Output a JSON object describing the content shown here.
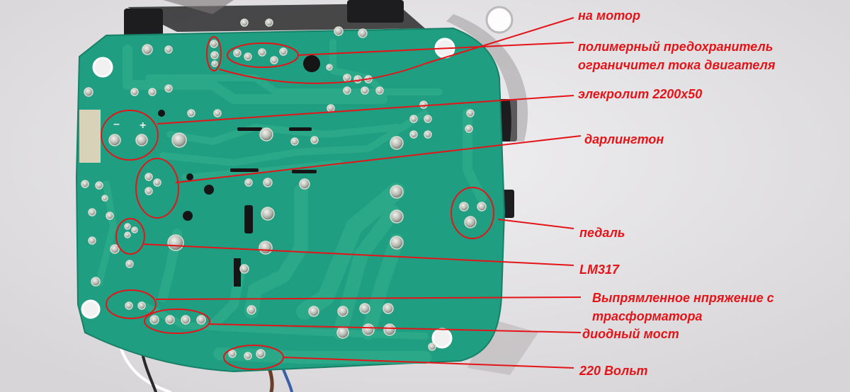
{
  "annotations": {
    "motor": "на мотор",
    "fuse_line1": "полимерный предохранитель",
    "fuse_line2": "ограничител тока двигателя",
    "capacitor": "элекролит 2200х50",
    "darlington": "дарлингтон",
    "pedal": "педаль",
    "lm317": "LM317",
    "rectified_line1": "Выпрямленное нпряжение с",
    "rectified_line2": "трасформатора",
    "diode_bridge": "диодный мост",
    "mains": "220 Вольт"
  },
  "colors": {
    "annotation": "#e41418",
    "board": "#1f9e82",
    "trace": "#2aa888",
    "background": "#e9e7e8"
  }
}
